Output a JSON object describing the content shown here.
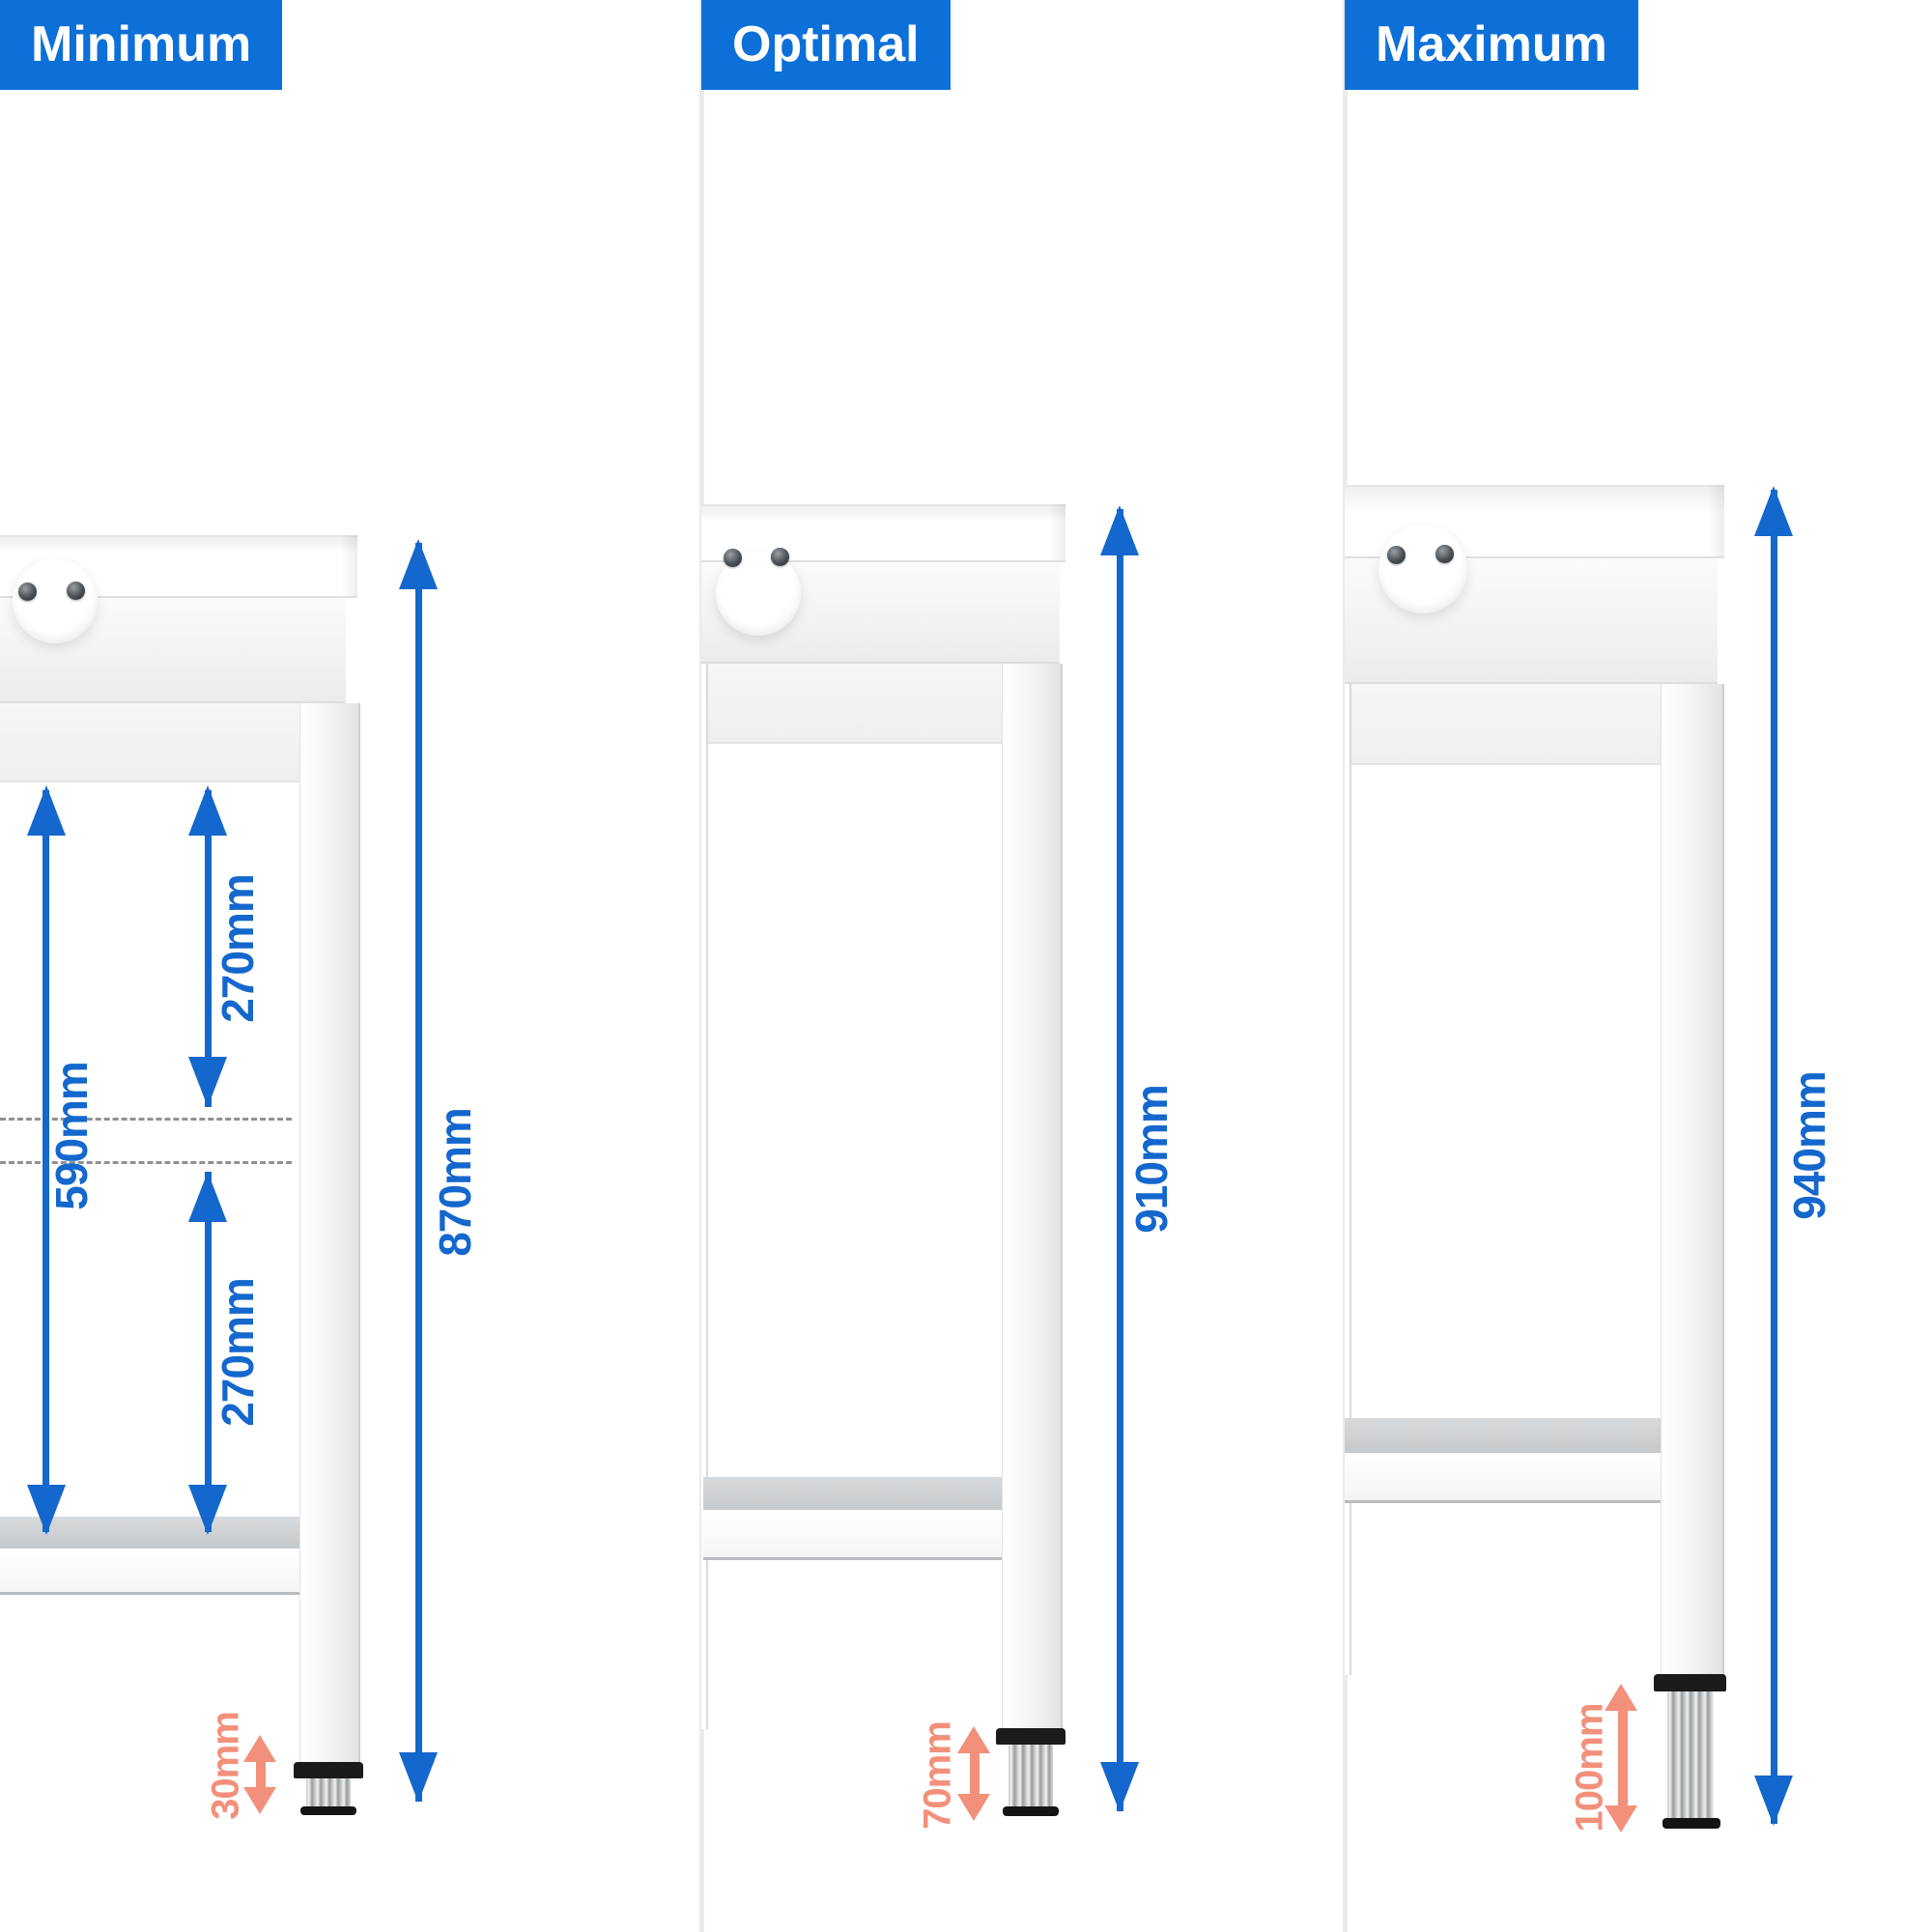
{
  "panels": [
    {
      "label": "Minimum",
      "total_height": "870mm",
      "upper_gap": "270mm",
      "mid_span": "590mm",
      "lower_gap": "270mm",
      "foot_adjust": "30mm"
    },
    {
      "label": "Optimal",
      "total_height": "910mm",
      "foot_adjust": "70mm"
    },
    {
      "label": "Maximum",
      "total_height": "940mm",
      "foot_adjust": "100mm"
    }
  ],
  "colors": {
    "header_bg": "#0d6fd8",
    "dimension_blue": "#1467cc",
    "adjust_orange": "#f2907b",
    "shelf_gray": "#c6c9cb",
    "divider_gray": "#ebebeb"
  }
}
